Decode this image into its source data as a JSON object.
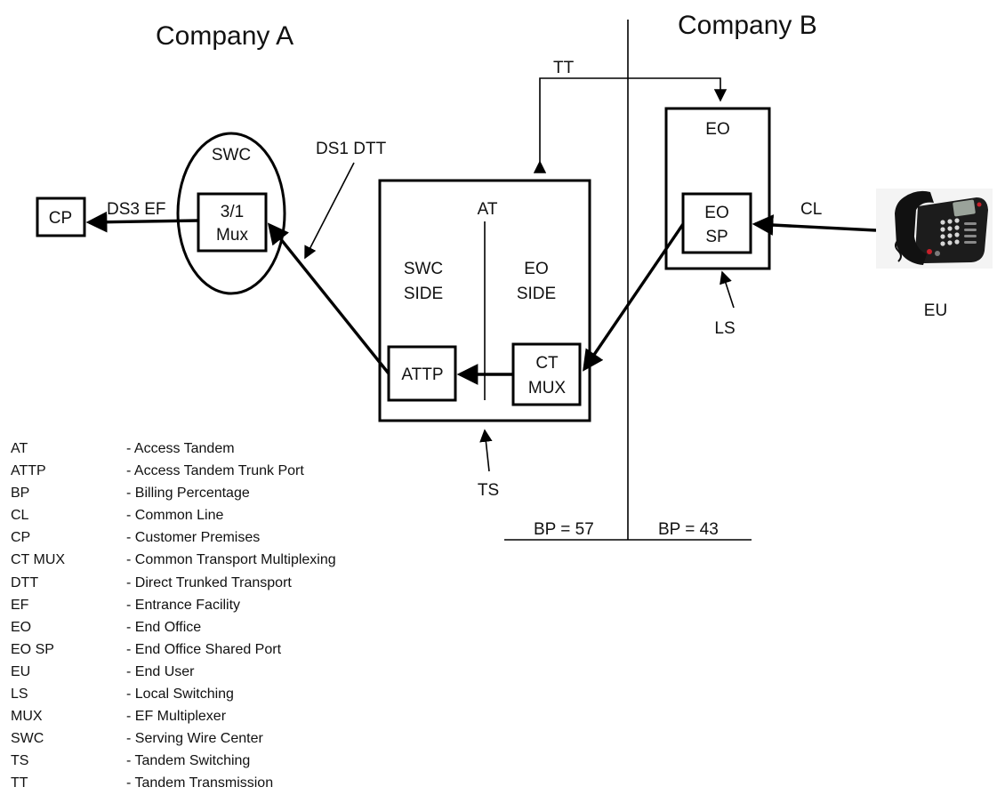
{
  "titles": {
    "company_a": "Company A",
    "company_b": "Company B"
  },
  "nodes": {
    "cp": "CP",
    "swc": "SWC",
    "mux_line1": "3/1",
    "mux_line2": "Mux",
    "at": "AT",
    "swc_side_line1": "SWC",
    "swc_side_line2": "SIDE",
    "eo_side_line1": "EO",
    "eo_side_line2": "SIDE",
    "attp": "ATTP",
    "ct_mux_line1": "CT",
    "ct_mux_line2": "MUX",
    "eo": "EO",
    "eo_sp_line1": "EO",
    "eo_sp_line2": "SP",
    "eu": "EU"
  },
  "links": {
    "ds3_ef": "DS3 EF",
    "ds1_dtt": "DS1 DTT",
    "tt": "TT",
    "cl": "CL",
    "ls": "LS",
    "ts": "TS"
  },
  "billing": {
    "left": "BP = 57",
    "right": "BP = 43"
  },
  "icons": {
    "phone": "desk-phone-icon"
  },
  "legend": [
    {
      "abbr": "AT",
      "definition": "Access Tandem"
    },
    {
      "abbr": "ATTP",
      "definition": "Access Tandem Trunk Port"
    },
    {
      "abbr": "BP",
      "definition": "Billing Percentage"
    },
    {
      "abbr": "CL",
      "definition": "Common Line"
    },
    {
      "abbr": "CP",
      "definition": "Customer Premises"
    },
    {
      "abbr": "CT MUX",
      "definition": "Common Transport Multiplexing"
    },
    {
      "abbr": "DTT",
      "definition": "Direct Trunked Transport"
    },
    {
      "abbr": "EF",
      "definition": "Entrance Facility"
    },
    {
      "abbr": "EO",
      "definition": "End Office"
    },
    {
      "abbr": "EO SP",
      "definition": "End Office Shared Port"
    },
    {
      "abbr": "EU",
      "definition": "End User"
    },
    {
      "abbr": "LS",
      "definition": "Local Switching"
    },
    {
      "abbr": "MUX",
      "definition": "EF Multiplexer"
    },
    {
      "abbr": "SWC",
      "definition": "Serving Wire Center"
    },
    {
      "abbr": "TS",
      "definition": "Tandem Switching"
    },
    {
      "abbr": "TT",
      "definition": "Tandem Transmission"
    }
  ]
}
